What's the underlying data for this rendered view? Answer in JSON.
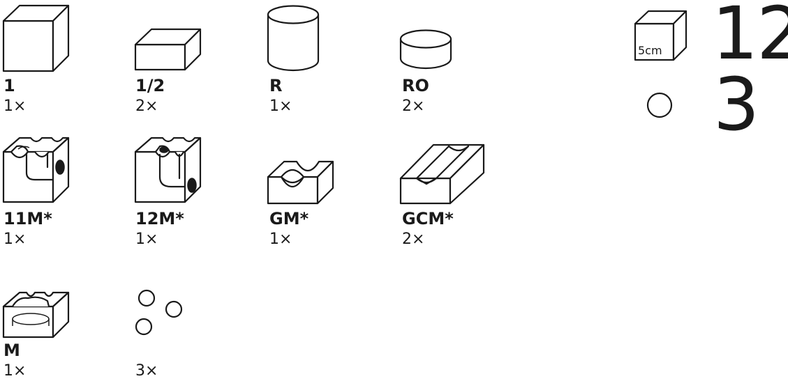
{
  "pieces": [
    {
      "code": "1",
      "qty": "1×"
    },
    {
      "code": "1/2",
      "qty": "2×"
    },
    {
      "code": "R",
      "qty": "1×"
    },
    {
      "code": "RO",
      "qty": "2×"
    },
    {
      "code": "11M*",
      "qty": "1×"
    },
    {
      "code": "12M*",
      "qty": "1×"
    },
    {
      "code": "GM*",
      "qty": "1×"
    },
    {
      "code": "GCM*",
      "qty": "2×"
    },
    {
      "code": "M",
      "qty": "1×"
    },
    {
      "code": "",
      "qty": "3×"
    }
  ],
  "totals": {
    "cube_size_label": "5cm",
    "block_count": "12",
    "ball_count": "3"
  }
}
